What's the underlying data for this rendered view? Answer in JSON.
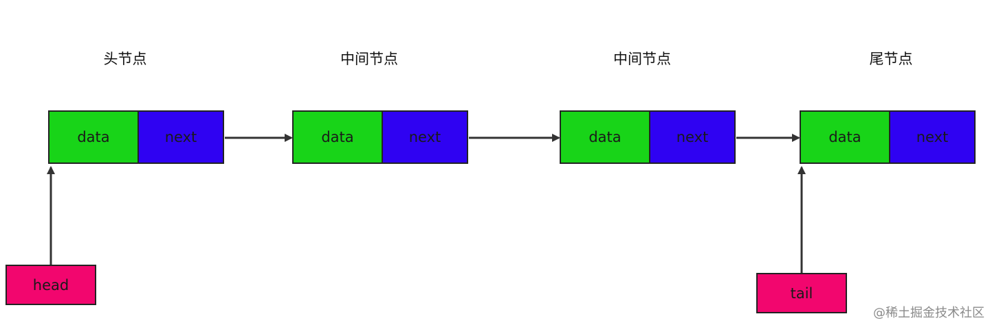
{
  "diagram": {
    "nodes": [
      {
        "label": "头节点",
        "data_text": "data",
        "next_text": "next"
      },
      {
        "label": "中间节点",
        "data_text": "data",
        "next_text": "next"
      },
      {
        "label": "中间节点",
        "data_text": "data",
        "next_text": "next"
      },
      {
        "label": "尾节点",
        "data_text": "data",
        "next_text": "next"
      }
    ],
    "pointers": {
      "head": "head",
      "tail": "tail"
    },
    "colors": {
      "data_fill": "#18d418",
      "next_fill": "#2f02f2",
      "pointer_fill": "#f2066e",
      "line": "#333333"
    }
  },
  "watermark": "@稀土掘金技术社区"
}
